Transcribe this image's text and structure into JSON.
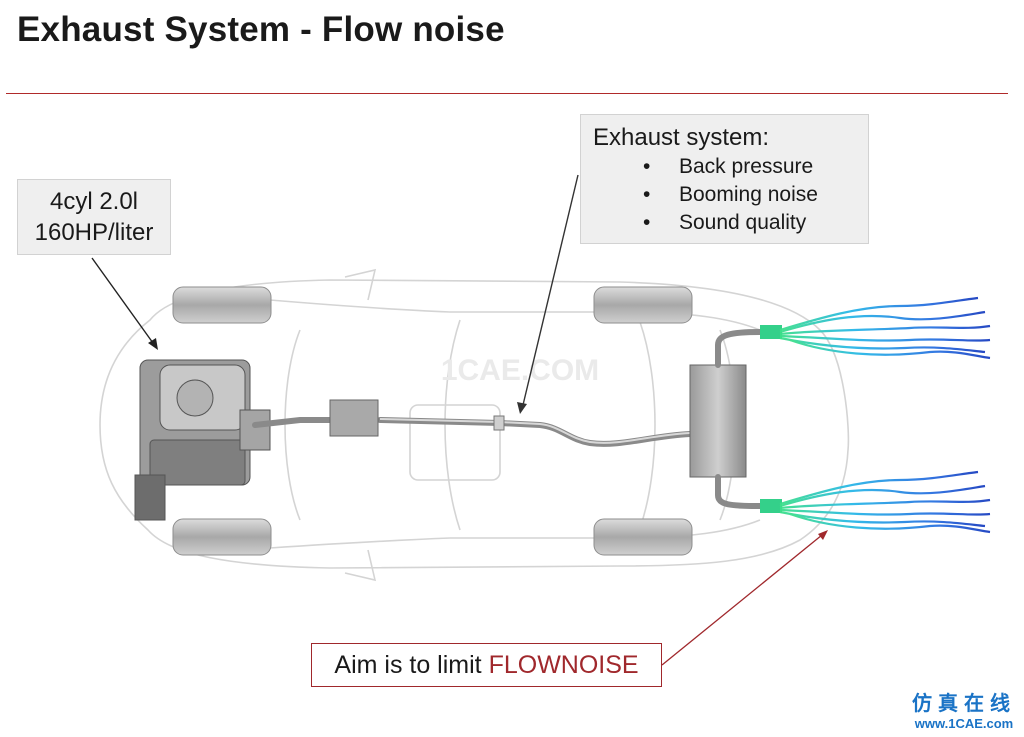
{
  "slide": {
    "title": "Exhaust System - Flow noise"
  },
  "engine_callout": {
    "line1": "4cyl 2.0l",
    "line2": "160HP/liter"
  },
  "exhaust_callout": {
    "title": "Exhaust system:",
    "bullets": [
      "Back pressure",
      "Booming noise",
      "Sound quality"
    ]
  },
  "aim_callout": {
    "prefix": "Aim is to limit ",
    "highlight": "FLOWNOISE"
  },
  "watermark": {
    "center_text": "1CAE.COM",
    "logo_cn": "仿真在线",
    "logo_url": "www.1CAE.com"
  },
  "colors": {
    "rule": "#b02a2a",
    "accent": "#a0282c",
    "flow_start": "#3ee08a",
    "flow_mid": "#2aa0e6",
    "flow_end": "#1a3fc0"
  }
}
